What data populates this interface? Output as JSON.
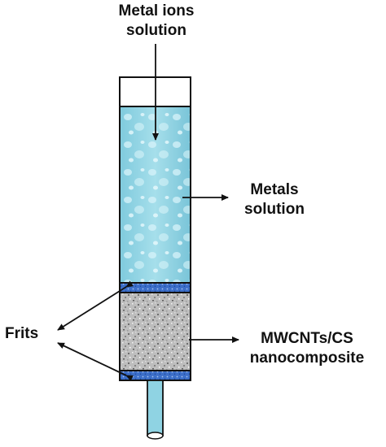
{
  "labels": {
    "inlet": [
      "Metal ions",
      "solution"
    ],
    "metals": [
      "Metals",
      "solution"
    ],
    "frits": "Frits",
    "sorbent": [
      "MWCNTs/CS",
      "nanocomposite"
    ]
  },
  "colors": {
    "solution": "#8fd3e3",
    "solution_highlight": "#c9eef6",
    "frit": "#3d6fc9",
    "sorbent": "#b7b7b7",
    "outline": "#111111"
  }
}
